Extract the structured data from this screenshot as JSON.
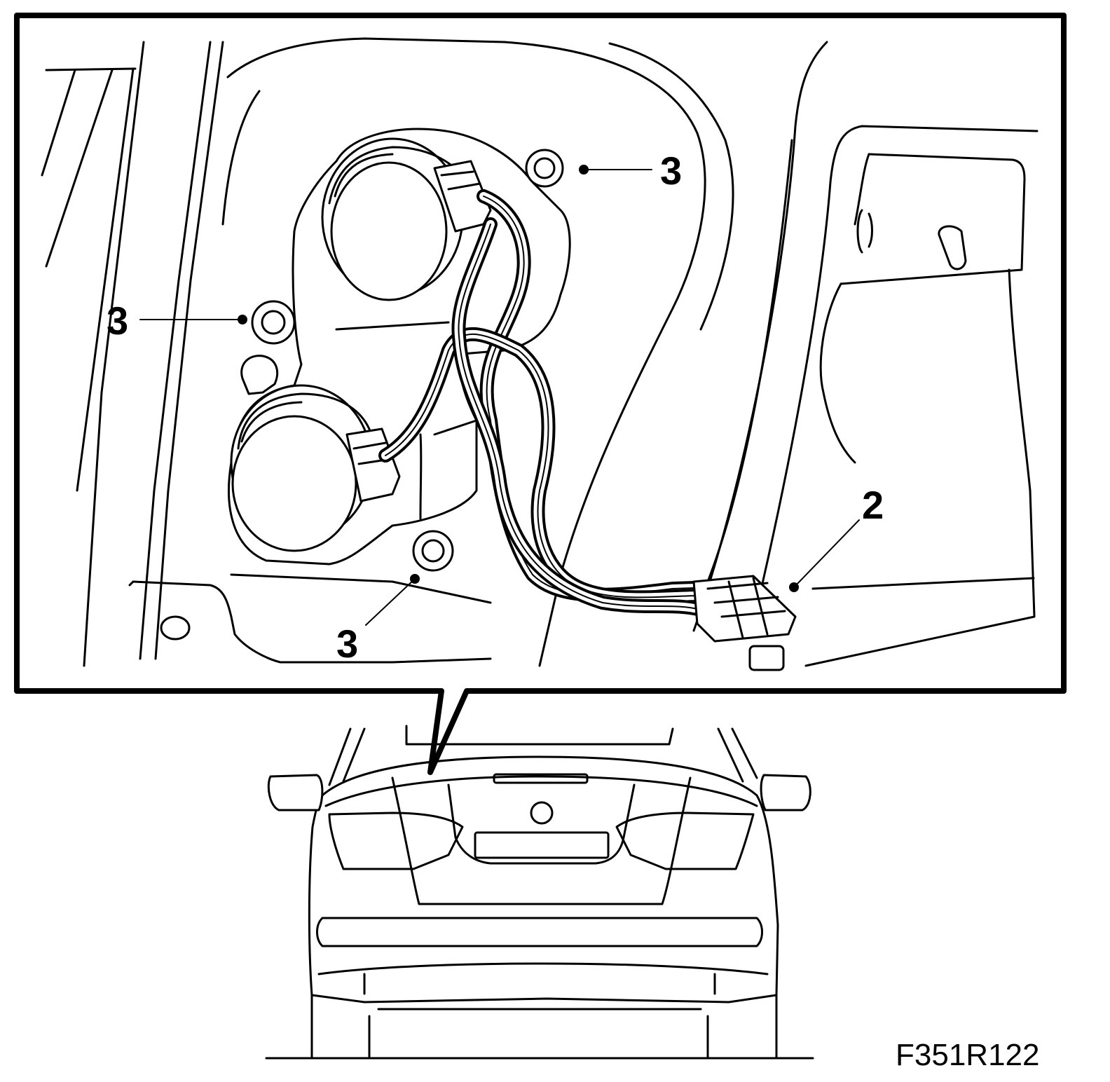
{
  "callouts": {
    "nut_top_right": "3",
    "nut_left": "3",
    "nut_bottom": "3",
    "connector": "2"
  },
  "figure_id": "F351R122"
}
